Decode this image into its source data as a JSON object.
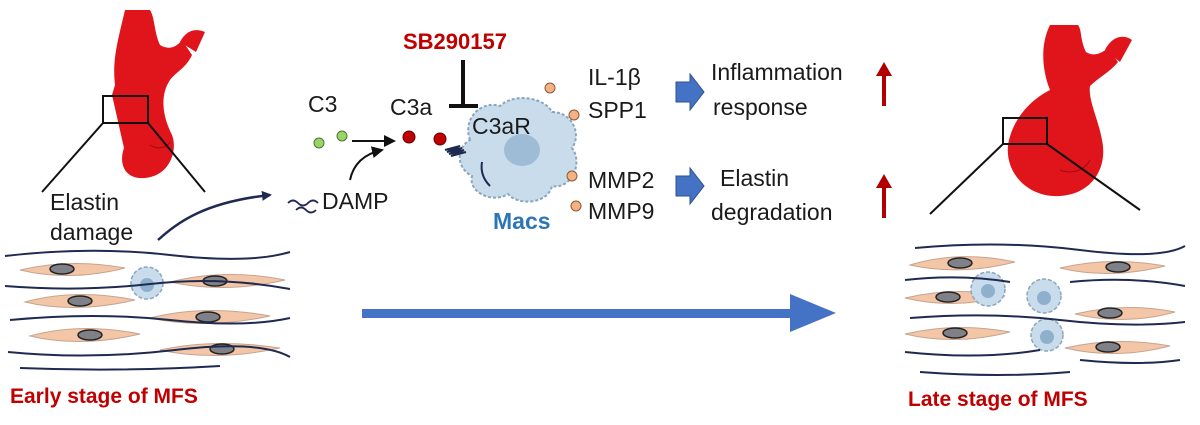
{
  "labels": {
    "inhibitor": "SB290157",
    "c3": "C3",
    "c3a": "C3a",
    "c3ar": "C3aR",
    "damp": "DAMP",
    "macs": "Macs",
    "elastin_damage_line1": "Elastin",
    "elastin_damage_line2": "damage",
    "il1b": "IL-1β",
    "spp1": "SPP1",
    "mmp2": "MMP2",
    "mmp9": "MMP9",
    "inflammation_line1": "Inflammation",
    "inflammation_line2": "response",
    "elastin_deg_line1": "Elastin",
    "elastin_deg_line2": "degradation",
    "early_stage": "Early stage of MFS",
    "late_stage": "Late stage of MFS"
  },
  "colors": {
    "aorta_red": "#e0151b",
    "dark_red_text": "#c00000",
    "up_arrow": "#b00000",
    "blue_arrow": "#4472c4",
    "macs_blue": "#2e75b6",
    "navy_fiber": "#1f2a50",
    "cell_fill": "#f4c6a8",
    "nucleus": "#7f8088",
    "macrophage_fill": "#c8dcec",
    "macrophage_nucleus": "#8fb0cc",
    "c3_green": "#9bd36b",
    "c3a_red": "#c00000",
    "cytokine_orange": "#f4b183"
  },
  "icons": [
    "aorta-icon",
    "macrophage-icon",
    "smooth-muscle-cell-icon",
    "inhibition-symbol",
    "up-arrow-icon",
    "block-arrow-icon"
  ]
}
